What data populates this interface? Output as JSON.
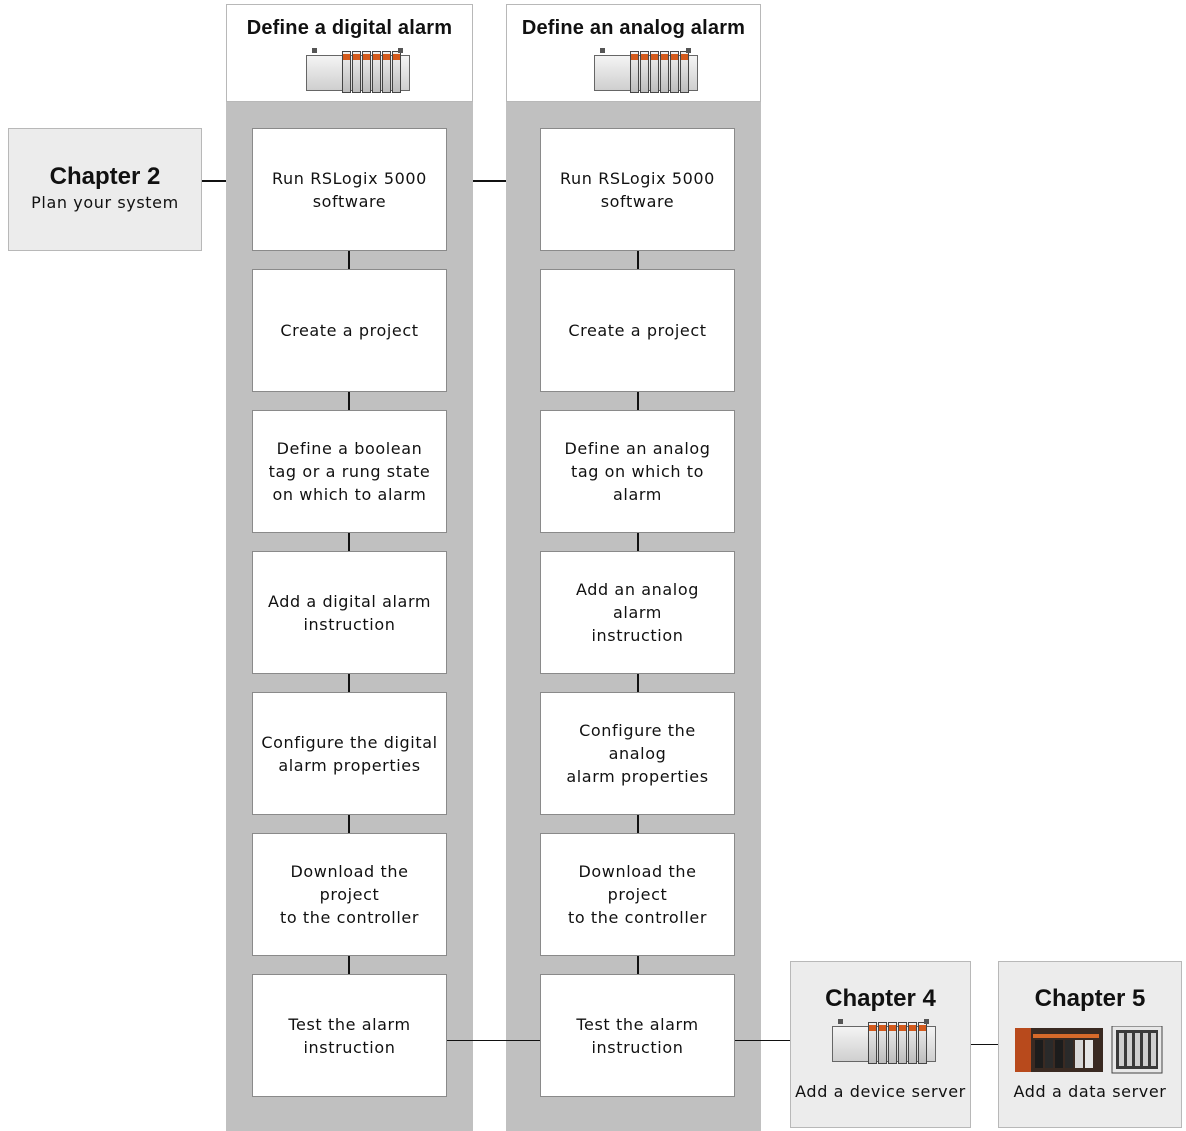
{
  "columns": [
    {
      "title": "Define a digital alarm",
      "steps": [
        "Run RSLogix 5000\nsoftware",
        "Create a project",
        "Define a boolean\ntag or a rung state\non which to alarm",
        "Add a digital alarm\ninstruction",
        "Configure the digital\nalarm properties",
        "Download the project\nto the controller",
        "Test the alarm\ninstruction"
      ]
    },
    {
      "title": "Define an analog alarm",
      "steps": [
        "Run RSLogix 5000\nsoftware",
        "Create a project",
        "Define an analog\ntag on which to\nalarm",
        "Add an analog alarm\ninstruction",
        "Configure the analog\nalarm properties",
        "Download the project\nto the controller",
        "Test the alarm\ninstruction"
      ]
    }
  ],
  "chapters": {
    "ch2": {
      "title": "Chapter 2",
      "subtitle": "Plan your system"
    },
    "ch4": {
      "title": "Chapter 4",
      "subtitle": "Add a device server",
      "icon": "controller-rack-icon"
    },
    "ch5": {
      "title": "Chapter 5",
      "subtitle": "Add a data server",
      "icon": "data-server-icon"
    }
  },
  "colors": {
    "column_band": "#c0c0c0",
    "chapter_box": "#ececec",
    "module_accent": "#d45a1c"
  }
}
